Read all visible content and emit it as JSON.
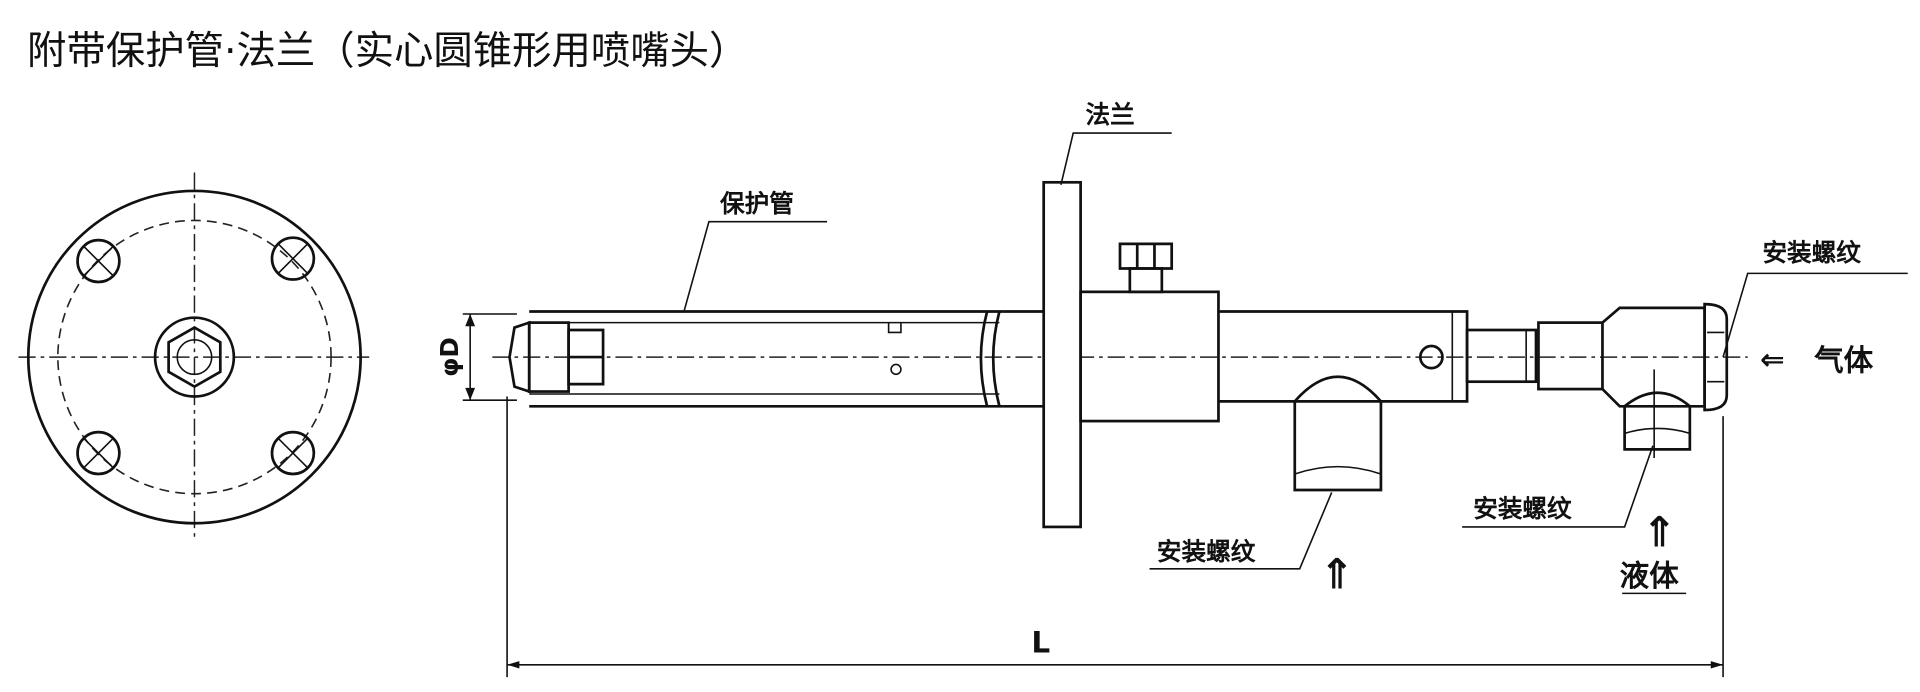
{
  "title": "附带保护管·法兰（实心圆锥形用喷嘴头）",
  "labels": {
    "flange": "法兰",
    "protection_pipe": "保护管",
    "thread_top_right": "安装螺纹",
    "thread_lower_right": "安装螺纹",
    "thread_bottom": "安装螺纹",
    "gas": "气体",
    "liquid": "液体",
    "diameter": "φD",
    "length": "L"
  },
  "arrows": {
    "gas": "⇐",
    "liquid_left": "⇑",
    "liquid_right": "⇑"
  }
}
